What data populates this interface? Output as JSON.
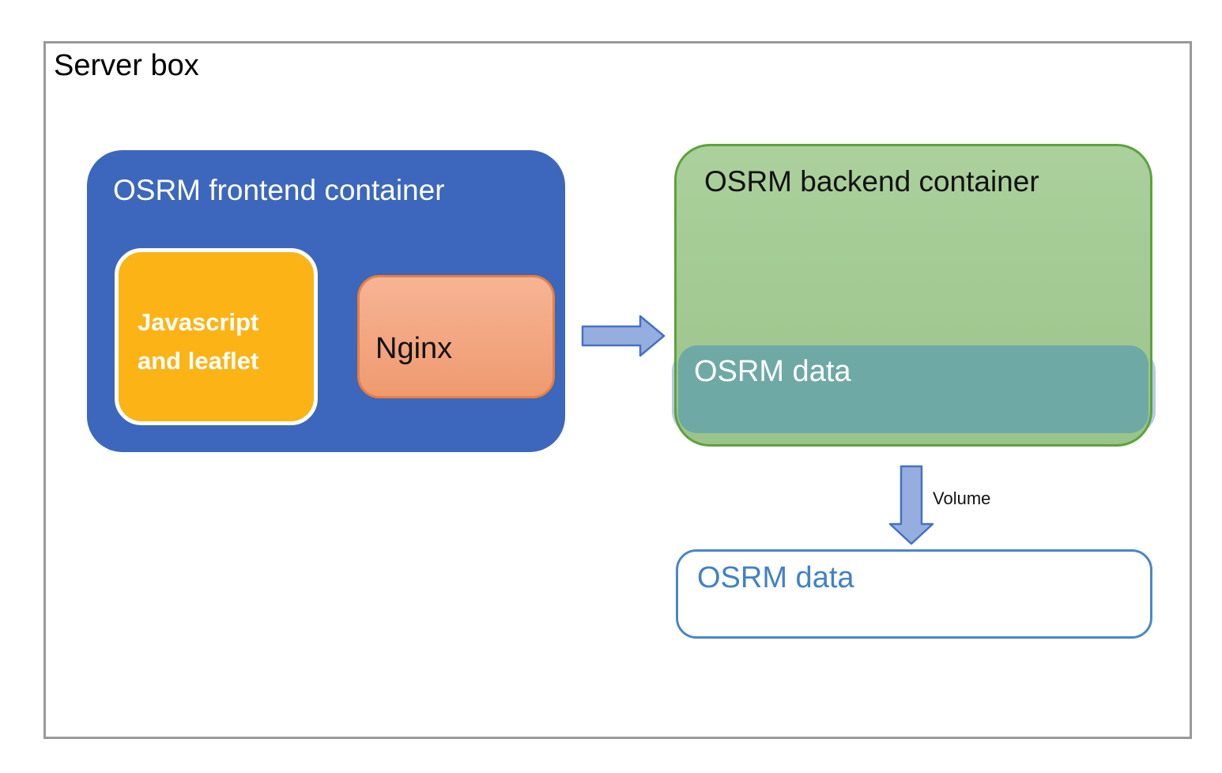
{
  "colors": {
    "page-bg": "#ffffff",
    "server-border": "#9a9a9a",
    "title-text": "#000000",
    "frontend-fill": "#3c67bd",
    "frontend-text": "#ffffff",
    "js-fill": "#fcb316",
    "js-border": "#ffffff",
    "js-text": "#ffffff",
    "nginx-fill-top": "#f6b494",
    "nginx-fill-bottom": "#ef9a6f",
    "nginx-border": "#e8813c",
    "nginx-text": "#111111",
    "backend-fill-top": "#abd09c",
    "backend-fill-bottom": "#9ac489",
    "backend-border": "#5da23f",
    "backend-text": "#111111",
    "teal-fill": "#6fa9a5",
    "teal-text": "#ffffff",
    "shadow-fill": "#b7c9e8",
    "arrow-fill": "#96aedf",
    "arrow-border": "#4472c4",
    "volume-text": "#111111",
    "datavol-border": "#4a86c8",
    "datavol-text": "#4182c4"
  },
  "diagram": {
    "server_box_label": "Server box",
    "frontend": {
      "title": "OSRM frontend container",
      "javascript_label": "Javascript and leaflet",
      "nginx_label": "Nginx"
    },
    "backend": {
      "title": "OSRM backend container",
      "data_label": "OSRM data"
    },
    "volume_label": "Volume",
    "data_volume_label": "OSRM data"
  }
}
